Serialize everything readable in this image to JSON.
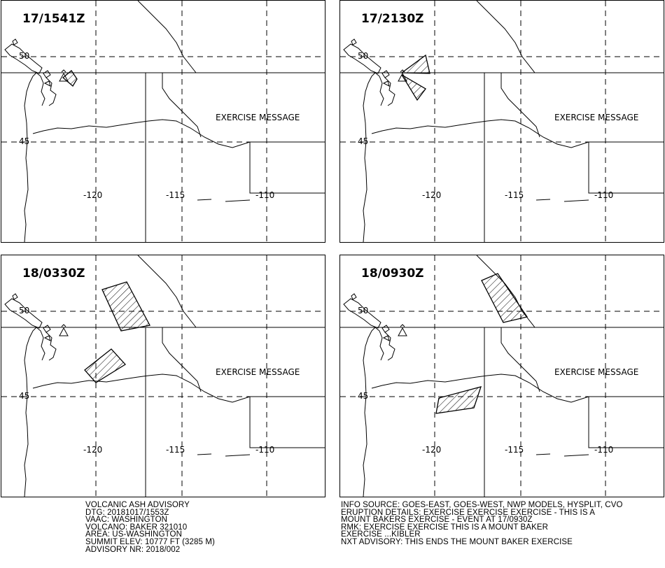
{
  "panels": [
    {
      "time": "17/1541Z"
    },
    {
      "time": "17/2130Z"
    },
    {
      "time": "18/0330Z"
    },
    {
      "time": "18/0930Z"
    }
  ],
  "map": {
    "exercise_message": "EXERCISE MESSAGE",
    "lat_labels": [
      "50",
      "45"
    ],
    "lon_labels": [
      "-120",
      "-115",
      "-110"
    ]
  },
  "advisory_left": [
    "VOLCANIC ASH ADVISORY",
    "DTG: 20181017/1553Z",
    "VAAC: WASHINGTON",
    "VOLCANO: BAKER 321010",
    "AREA: US-WASHINGTON",
    "SUMMIT ELEV: 10777 FT (3285 M)",
    "ADVISORY NR: 2018/002"
  ],
  "advisory_right": [
    "INFO SOURCE: GOES-EAST, GOES-WEST, NWP MODELS, HYSPLIT, CVO",
    "ERUPTION DETAILS: EXERCISE EXERCISE EXERCISE - THIS IS A",
    "MOUNT BAKERS EXERCISE - EVENT AT 17/0930Z",
    "RMK: EXERCISE EXERCISE THIS IS A MOUNT BAKER",
    "EXERCISE ...KIBLER",
    "NXT ADVISORY: THIS ENDS THE MOUNT BAKER EXERCISE"
  ]
}
